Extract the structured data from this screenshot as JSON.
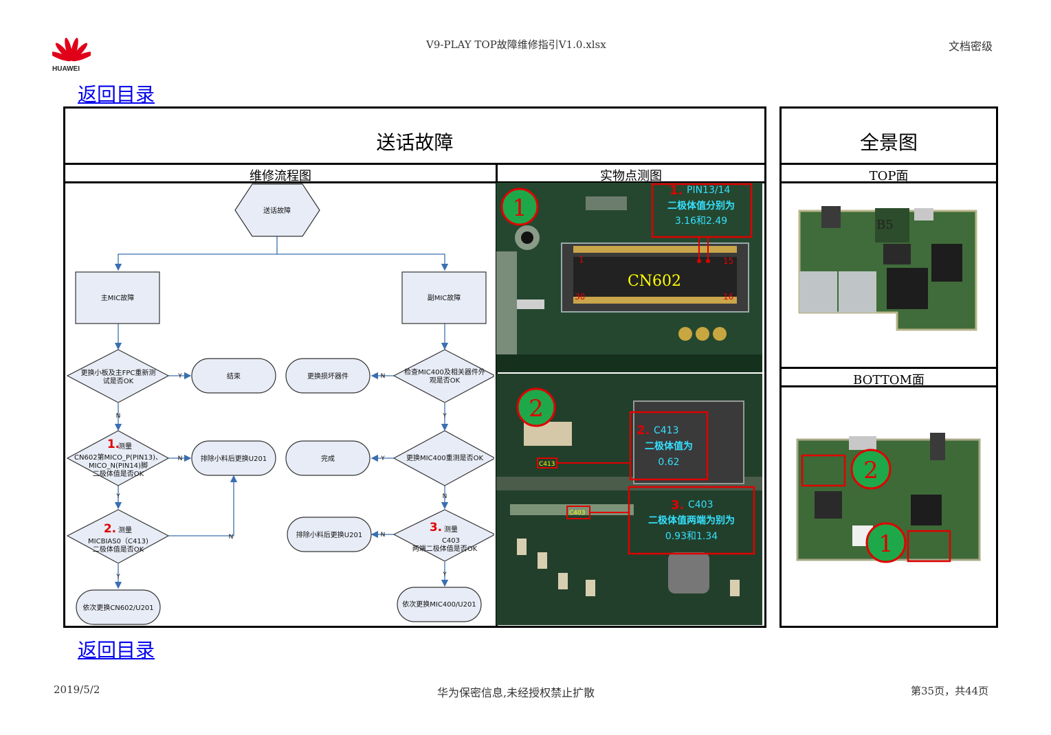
{
  "header": {
    "logo_text": "HUAWEI",
    "file_name": "V9-PLAY TOP故障维修指引V1.0.xlsx",
    "security_label": "文档密级"
  },
  "links": {
    "back_top": "返回目录",
    "back_bottom": "返回目录"
  },
  "left_panel": {
    "title": "送话故障",
    "col_flow": "维修流程图",
    "col_photo": "实物点测图"
  },
  "right_panel": {
    "title": "全景图",
    "top_label": "TOP面",
    "bottom_label": "BOTTOM面"
  },
  "flowchart": {
    "start": "送话故障",
    "main_mic": "主MIC故障",
    "sub_mic": "副MIC故障",
    "d1": [
      "更换小板及主FPC重新测",
      "试是否OK"
    ],
    "end": "结束",
    "replace_bad": "更换损坏器件",
    "d_sub1": [
      "检查MIC400及相关器件外",
      "观是否OK"
    ],
    "d2_num": "1.",
    "d2": [
      "测量",
      "CN602第MICO_P(PIN13)、",
      "MICO_N(PIN14)脚",
      "二极体值是否OK"
    ],
    "excl1": "排除小料后更换U201",
    "done": "完成",
    "d_sub2": "更换MIC400重测是否OK",
    "d3_num": "2.",
    "d3": [
      "测量",
      "MICBIAS0（C413)",
      "二极体值是否OK"
    ],
    "excl2": "排除小料后更换U201",
    "d4_num": "3.",
    "d4": [
      "测量",
      "C403",
      "两端二极体值是否OK"
    ],
    "final_left": "依次更换CN602/U201",
    "final_right": "依次更换MIC400/U201",
    "y": "Y",
    "n": "N"
  },
  "photo_annotations": {
    "circle1": "1",
    "circle2": "2",
    "note1_num": "1.",
    "note1_pin": "PIN13/14",
    "note1_line1": "二极体值分别为",
    "note1_line2": "3.16和2.49",
    "cn602": "CN602",
    "pin1": "1",
    "pin15": "15",
    "pin30": "30",
    "pin16": "16",
    "note2_num": "2.",
    "note2_part": "C413",
    "note2_line1": "二极体值为",
    "note2_line2": "0.62",
    "c413_tag": "C413",
    "note3_num": "3.",
    "note3_part": "C403",
    "note3_line1": "二极体值两端为别为",
    "note3_line2": "0.93和1.34",
    "c403_tag": "C403",
    "board_label": "B5",
    "bottom_circle1": "1",
    "bottom_circle2": "2"
  },
  "footer": {
    "date": "2019/5/2",
    "confidential": "华为保密信息,未经授权禁止扩散",
    "page": "第35页，共44页"
  }
}
